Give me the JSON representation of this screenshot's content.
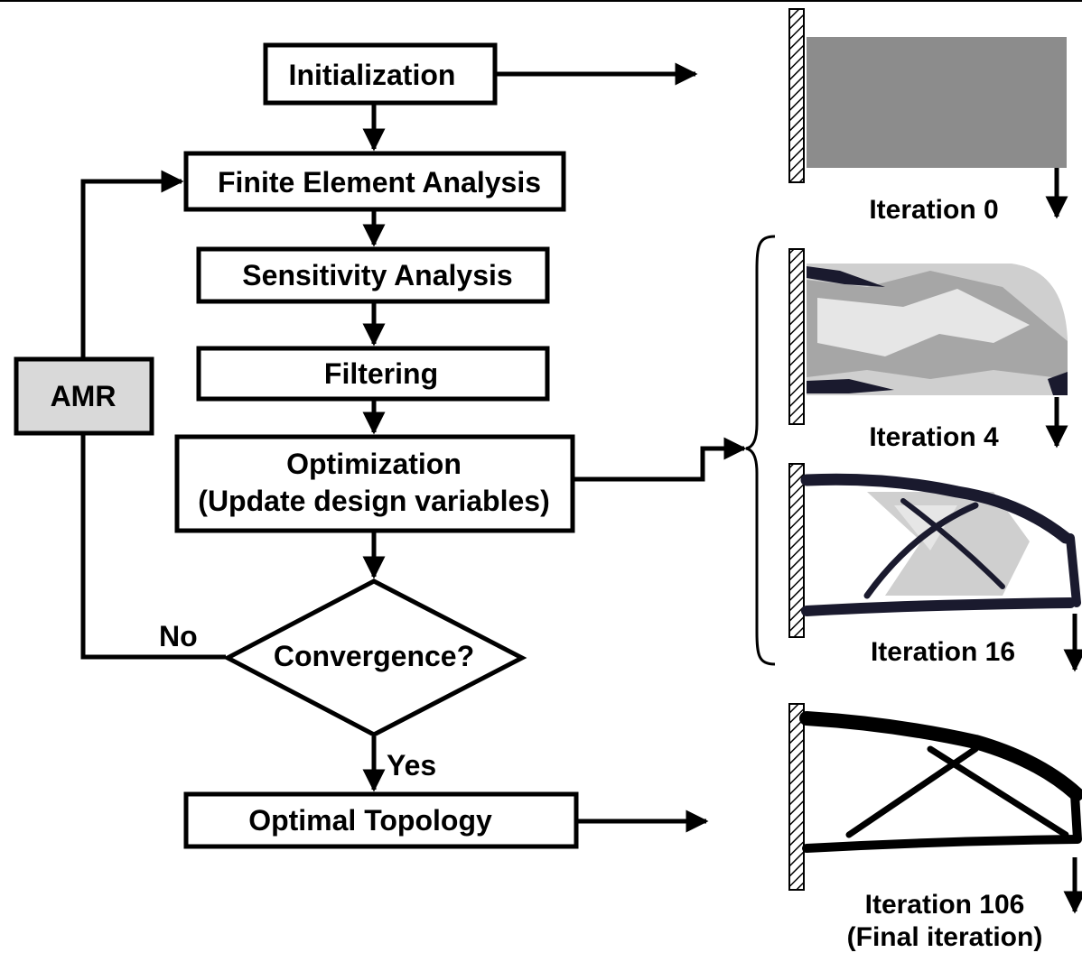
{
  "flowchart": {
    "initialization": "Initialization",
    "fea": "Finite Element Analysis",
    "sensitivity": "Sensitivity Analysis",
    "filtering": "Filtering",
    "optimization_line1": "Optimization",
    "optimization_line2": "(Update design variables)",
    "convergence": "Convergence?",
    "optimal": "Optimal Topology",
    "amr": "AMR",
    "no": "No",
    "yes": "Yes"
  },
  "iterations": {
    "iter0": "Iteration 0",
    "iter4": "Iteration 4",
    "iter16": "Iteration 16",
    "iter106_line1": "Iteration 106",
    "iter106_line2": "(Final iteration)"
  },
  "colors": {
    "amr_fill": "#d9d9d9",
    "initial_design_gray": "#8c8c8c",
    "light_gray": "#cfcfcf",
    "mid_gray": "#a6a6a6",
    "dark_member": "#1a1a2e"
  }
}
